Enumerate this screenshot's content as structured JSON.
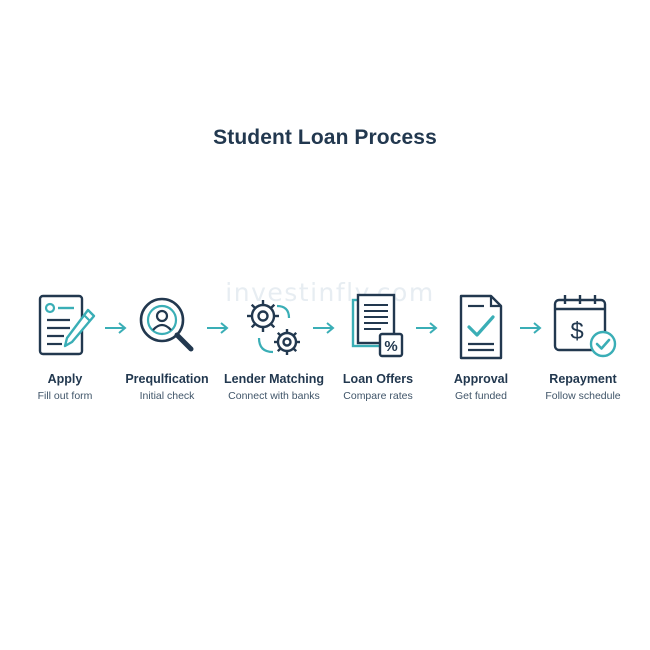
{
  "title": "Student Loan Process",
  "watermark": "investinfly.com",
  "colors": {
    "navy": "#22384f",
    "teal": "#3aaeb6"
  },
  "steps": [
    {
      "icon": "form-pencil-icon",
      "label": "Apply",
      "sub": "Fill out form"
    },
    {
      "icon": "magnifier-person-icon",
      "label": "Prequlfication",
      "sub": "Initial check"
    },
    {
      "icon": "gears-icon",
      "label": "Lender Matching",
      "sub": "Connect with banks"
    },
    {
      "icon": "documents-percent-icon",
      "label": "Loan Offers",
      "sub": "Compare rates"
    },
    {
      "icon": "document-check-icon",
      "label": "Approval",
      "sub": "Get funded"
    },
    {
      "icon": "calendar-dollar-icon",
      "label": "Repayment",
      "sub": "Follow schedule"
    }
  ]
}
